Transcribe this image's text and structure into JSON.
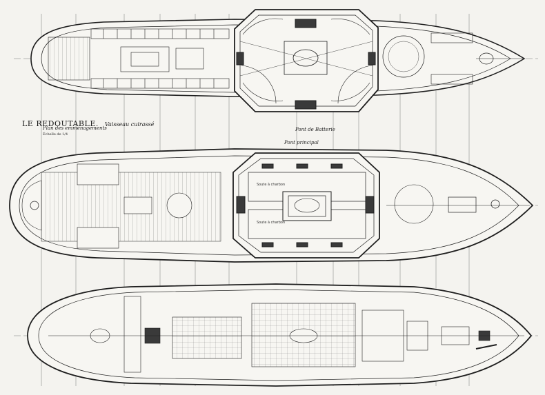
{
  "title": {
    "name": "LE REDOUTABLE.",
    "type": "Vaisseau cuirassé",
    "subtitle": "Plan des emménagements",
    "scale": "Échelle de 1/4"
  },
  "deck_labels": {
    "battery": "Pont de Batterie",
    "main": "Pont principal"
  },
  "hatch_labels": {
    "coal_port": "Soute à charbon",
    "coal_starboard": "Soute à charbon"
  },
  "colors": {
    "ink": "#1e1e1e",
    "paper": "#f4f3ef",
    "hatch": "#3a3a3a"
  }
}
